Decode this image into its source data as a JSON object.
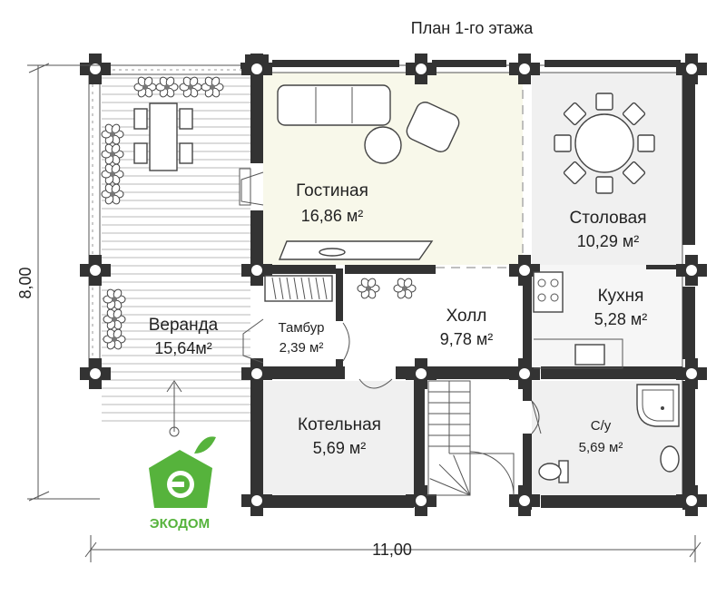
{
  "title": "План 1-го этажа",
  "rooms": {
    "gostinaya": {
      "name": "Гостиная",
      "area": "16,86 м²"
    },
    "stolovaya": {
      "name": "Столовая",
      "area": "10,29 м²"
    },
    "kukhnya": {
      "name": "Кухня",
      "area": "5,28 м²"
    },
    "holl": {
      "name": "Холл",
      "area": "9,78 м²"
    },
    "tambur": {
      "name": "Тамбур",
      "area": "2,39 м²"
    },
    "veranda": {
      "name": "Веранда",
      "area": "15,64м²"
    },
    "kotelnaya": {
      "name": "Котельная",
      "area": "5,69 м²"
    },
    "su": {
      "name": "С/у",
      "area": "5,69 м²"
    }
  },
  "dimensions": {
    "width": "11,00",
    "height": "8,00"
  },
  "logo": {
    "text": "ЭКОДОМ",
    "color": "#56b33c"
  },
  "colors": {
    "living_zone": "#f8f8ea",
    "wet_zone": "#f0f0f0",
    "walls": "#333333"
  }
}
